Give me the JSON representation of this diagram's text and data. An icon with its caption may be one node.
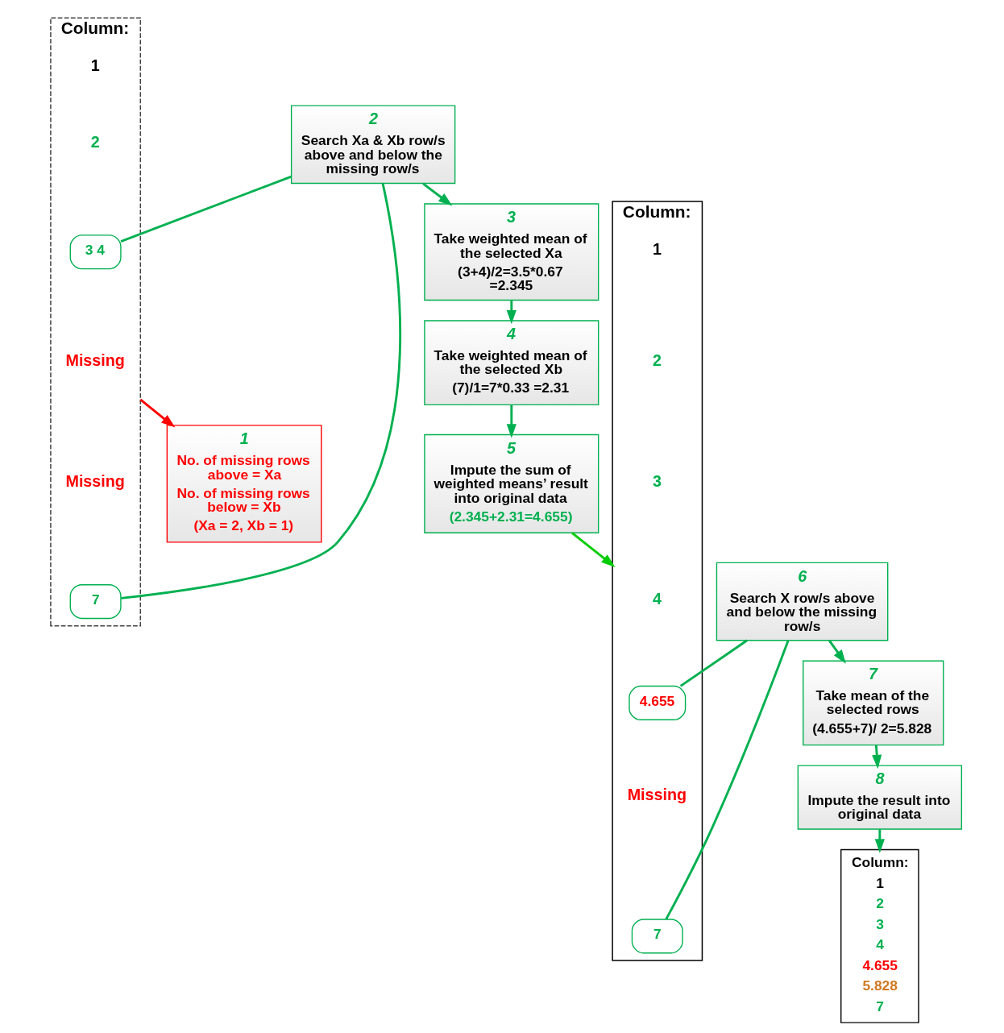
{
  "diagram": {
    "nodes": [
      {
        "text": [
          "2",
          "Search Xa & Xb row/s above and below the missing row/s"
        ]
      },
      {
        "text": [
          "Column:"
        ]
      },
      {
        "text": [
          "3 4"
        ],
        "in": 1
      },
      {
        "text": [
          "7"
        ],
        "in": 1
      },
      {
        "text": [
          "1",
          "No. of missing rows above = Xa",
          "No. of missing rows below = Xb",
          "(Xa = 2, Xb = 1)"
        ]
      },
      {
        "text": [
          "3",
          "Take weighted mean of the selected Xa",
          "(3+4)/2=3.5*0.67 =2.345"
        ]
      },
      {
        "text": [
          "4",
          "Take weighted mean of the selected Xb",
          "(7)/1=7*0.33 =2.31"
        ]
      },
      {
        "text": [
          "5",
          "Impute the sum of weighted means’ result into original data",
          "(2.345+2.31=4.655)"
        ]
      },
      {
        "text": [
          "Column:"
        ]
      },
      {
        "text": [
          "4.655"
        ],
        "in": 8
      },
      {
        "text": [
          "7"
        ],
        "in": 8
      },
      {
        "text": [
          "6",
          "Search X row/s above and below the missing row/s"
        ]
      },
      {
        "text": [
          "7",
          "Take mean of the selected rows",
          "(4.655+7)/ 2=5.828"
        ]
      },
      {
        "text": [
          "8",
          "Impute the result into original data"
        ]
      },
      {
        "text": [
          "Column:",
          "1",
          "2",
          "3",
          "4",
          "4.655",
          "5.828",
          "7"
        ]
      }
    ],
    "edges": [
      {
        "from": 0,
        "to": 2,
        "arrow": "none"
      },
      {
        "from": 0,
        "to": 3,
        "arrow": "none"
      },
      {
        "from": 1,
        "to": 4,
        "arrow": "to",
        "color": "#ff0000"
      },
      {
        "from": 0,
        "to": 5,
        "arrow": "to"
      },
      {
        "from": 5,
        "to": 6,
        "arrow": "to"
      },
      {
        "from": 6,
        "to": 7,
        "arrow": "to"
      },
      {
        "from": 7,
        "to": 8,
        "arrow": "to",
        "color": "#00cc00"
      },
      {
        "from": 11,
        "to": 9,
        "arrow": "none"
      },
      {
        "from": 11,
        "to": 10,
        "arrow": "none"
      },
      {
        "from": 11,
        "to": 12,
        "arrow": "to"
      },
      {
        "from": 12,
        "to": 13,
        "arrow": "to"
      },
      {
        "from": 13,
        "to": 14,
        "arrow": "to"
      }
    ],
    "labels": [
      "1",
      "2",
      "Missing",
      "Missing",
      "1",
      "2",
      "3",
      "4",
      "Missing"
    ]
  }
}
